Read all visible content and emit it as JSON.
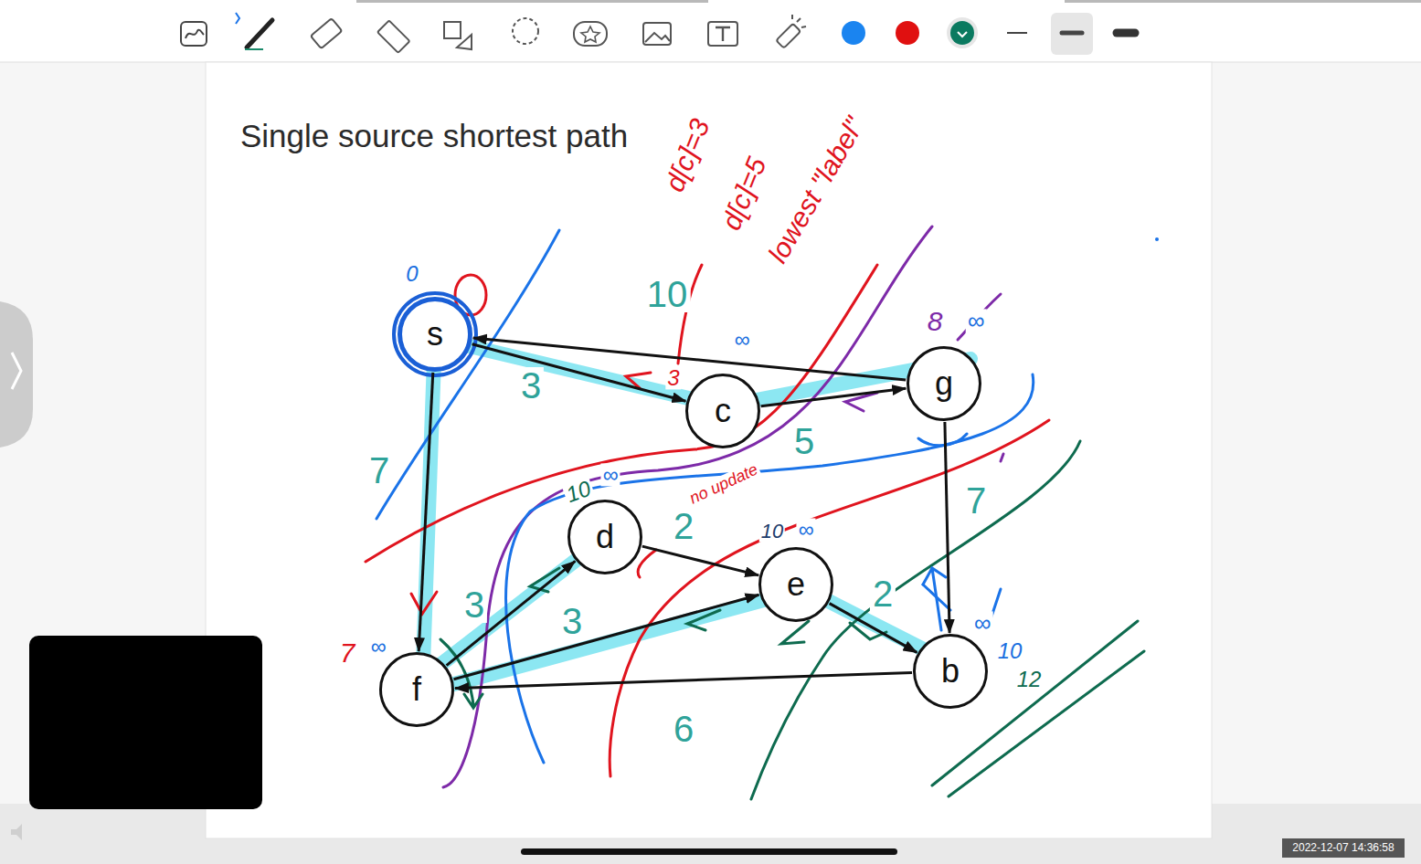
{
  "diagram": {
    "title": "Single source shortest path",
    "nodes": [
      {
        "text": [
          "s"
        ]
      },
      {
        "text": [
          "c"
        ]
      },
      {
        "text": [
          "g"
        ]
      },
      {
        "text": [
          "d"
        ]
      },
      {
        "text": [
          "e"
        ]
      },
      {
        "text": [
          "f"
        ]
      },
      {
        "text": [
          "b"
        ]
      }
    ],
    "edges": [
      {
        "from": 2,
        "to": 0,
        "arrow": "to",
        "label": "10"
      },
      {
        "from": 0,
        "to": 1,
        "arrow": "to",
        "label": "3"
      },
      {
        "from": 0,
        "to": 5,
        "arrow": "to",
        "label": "7"
      },
      {
        "from": 1,
        "to": 2,
        "arrow": "to",
        "label": "5"
      },
      {
        "from": 2,
        "to": 6,
        "arrow": "to",
        "label": "7"
      },
      {
        "from": 5,
        "to": 3,
        "arrow": "to",
        "label": "3"
      },
      {
        "from": 3,
        "to": 4,
        "arrow": "to",
        "label": "2"
      },
      {
        "from": 5,
        "to": 4,
        "arrow": "to",
        "label": "3"
      },
      {
        "from": 4,
        "to": 6,
        "arrow": "to",
        "label": "2"
      },
      {
        "from": 6,
        "to": 5,
        "arrow": "to",
        "label": "6"
      }
    ],
    "labels": [
      "d[c]=3",
      "d[c]=5",
      "lowest \"label\"",
      "no update",
      "0",
      "3",
      "∞",
      "8",
      "∞",
      "10",
      "∞",
      "10",
      "∞",
      "7",
      "∞",
      "∞",
      "10",
      "12",
      "2022-12-07 14:36:58"
    ]
  }
}
